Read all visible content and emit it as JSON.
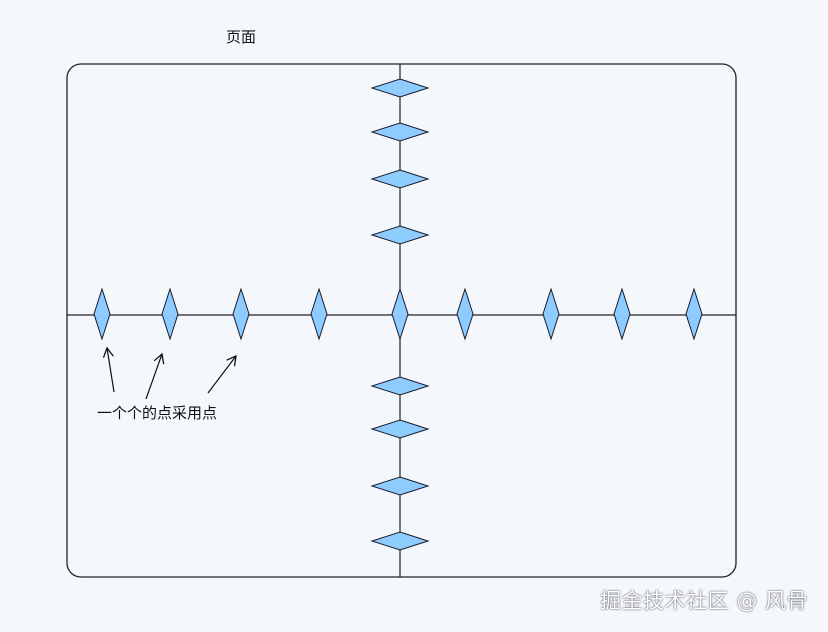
{
  "title": "页面",
  "annotation": "一个个的点采用点",
  "watermark": "掘金技术社区 @ 风骨",
  "colors": {
    "background": "#f4f8fd",
    "frame": "#222222",
    "dot_fill": "#8ecbff",
    "dot_stroke": "#1a1a2e"
  },
  "shapes": {
    "frame": "rounded-rectangle",
    "axes": "cross-lines",
    "dot": "diamond",
    "pointer": "arrow"
  }
}
